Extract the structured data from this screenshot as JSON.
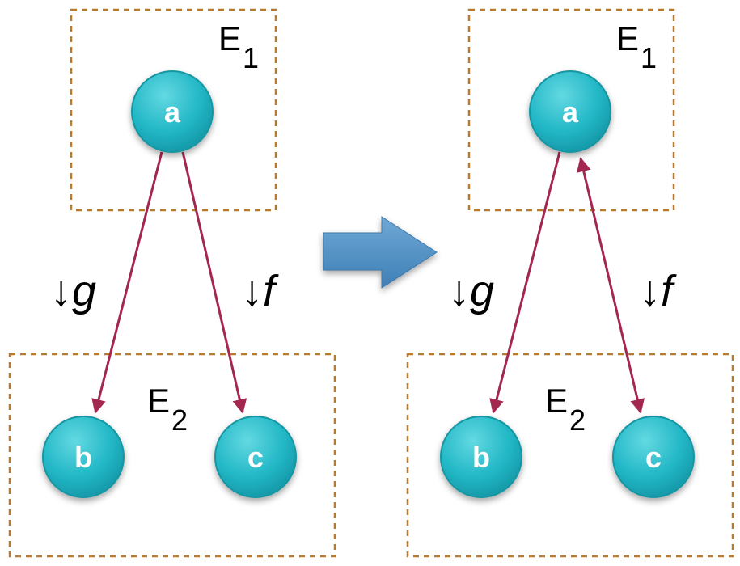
{
  "colors": {
    "node_fill": "#1fb3c3",
    "node_highlight": "#5fd6e0",
    "node_stroke": "#1796a3",
    "edge": "#a3284f",
    "box_border": "#b87a2e",
    "transition_arrow": "#4d8fc3"
  },
  "left": {
    "box_top": {
      "label": "E",
      "sub": "1"
    },
    "box_bottom": {
      "label": "E",
      "sub": "2"
    },
    "nodes": {
      "a": "a",
      "b": "b",
      "c": "c"
    },
    "edge_labels": {
      "g": {
        "arrow": "↓",
        "name": "g"
      },
      "f": {
        "arrow": "↓",
        "name": "f"
      }
    }
  },
  "right": {
    "box_top": {
      "label": "E",
      "sub": "1"
    },
    "box_bottom": {
      "label": "E",
      "sub": "2"
    },
    "nodes": {
      "a": "a",
      "b": "b",
      "c": "c"
    },
    "edge_labels": {
      "g": {
        "arrow": "↓",
        "name": "g"
      },
      "f": {
        "arrow": "↓",
        "name": "f"
      }
    }
  },
  "transition": {
    "icon": "right-arrow-icon"
  }
}
